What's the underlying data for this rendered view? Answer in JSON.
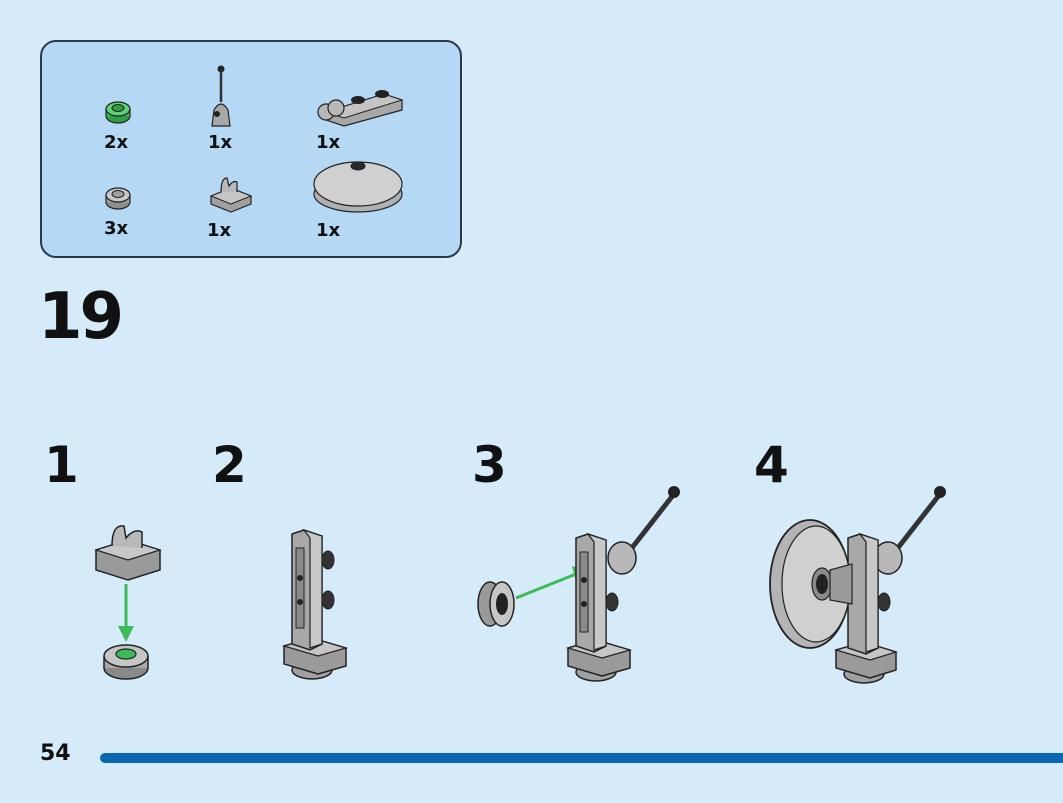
{
  "parts_list": [
    {
      "name": "round-plate-green",
      "qty": "2x"
    },
    {
      "name": "antenna-piece",
      "qty": "1x"
    },
    {
      "name": "plate-with-clips",
      "qty": "1x"
    },
    {
      "name": "round-plate-gray",
      "qty": "3x"
    },
    {
      "name": "clip-plate",
      "qty": "1x"
    },
    {
      "name": "dish",
      "qty": "1x"
    }
  ],
  "main_step": "19",
  "sub_steps": [
    "1",
    "2",
    "3",
    "4"
  ],
  "page_number": "54",
  "colors": {
    "background": "#d5ebfa",
    "parts_box": "#b5d8f5",
    "brick_gray": "#a8a8a8",
    "arrow_green": "#3dba5a",
    "page_bar": "#0b66b0"
  }
}
